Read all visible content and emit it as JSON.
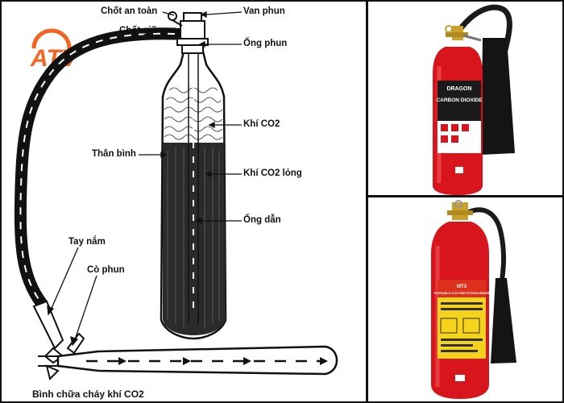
{
  "diagram": {
    "logo_text": "ATV",
    "labels": {
      "safety_pin": "Chốt an toàn",
      "valve": "Van phun",
      "retaining_pin": "Chốt giữ",
      "discharge_tube": "Ống phun",
      "co2_gas": "Khí CO2",
      "cylinder_body": "Thân bình",
      "liquid_co2": "Khí CO2 lỏng",
      "siphon_tube": "Ống dẫn",
      "handle": "Tay nắm",
      "trigger": "Cò phun"
    },
    "caption": "Bình chữa cháy khí CO2"
  },
  "photo_top": {
    "brand_text": "DRAGON",
    "product_text": "CARBON DIOXIDE"
  },
  "photo_bottom": {
    "model_text": "MT3",
    "product_text": "PORTABLE CO2 FIRE EXTINGUISHER"
  },
  "colors": {
    "ink": "#111111",
    "liquid": "#2b2b2b",
    "extinguisher_red": "#d8141c",
    "logo_orange": "#f26522",
    "brass": "#c9a12a"
  }
}
